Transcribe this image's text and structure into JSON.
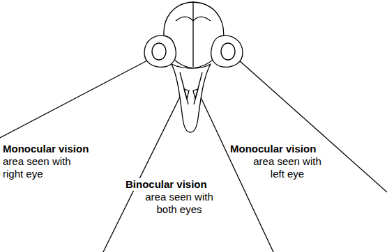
{
  "diagram": {
    "labels": [
      "Monocular vision",
      "area seen with right eye",
      "Binocular vision",
      "area seen with both eyes",
      "Monocular vision",
      "area seen with left eye"
    ]
  }
}
